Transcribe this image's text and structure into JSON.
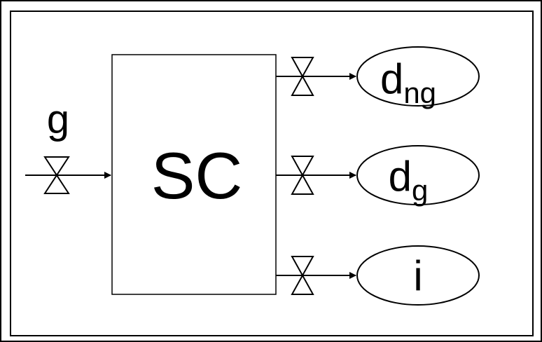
{
  "input": {
    "label": "g"
  },
  "block": {
    "label": "SC"
  },
  "outputs": [
    {
      "main": "d",
      "sub": "ng"
    },
    {
      "main": "d",
      "sub": "g"
    },
    {
      "main": "i",
      "sub": ""
    }
  ]
}
